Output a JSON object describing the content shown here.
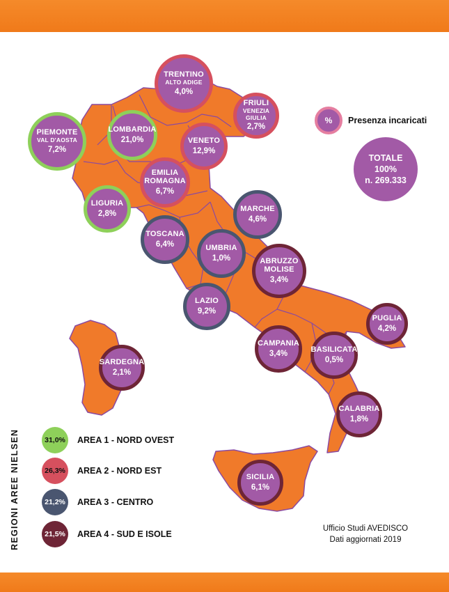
{
  "legend": {
    "key_symbol": "%",
    "key_label": "Presenza incaricati",
    "total": {
      "title": "TOTALE",
      "percent": "100%",
      "count": "n. 269.333"
    }
  },
  "areas_title": "REGIONI AREE NIELSEN",
  "areas": [
    {
      "share": "31,0%",
      "label": "AREA 1 - NORD OVEST",
      "color": "#8ed05a"
    },
    {
      "share": "26,3%",
      "label": "AREA 2 - NORD EST",
      "color": "#d6505e"
    },
    {
      "share": "21,2%",
      "label": "AREA 3 - CENTRO",
      "color": "#4a5670"
    },
    {
      "share": "21,5%",
      "label": "AREA 4 - SUD E ISOLE",
      "color": "#6e2536"
    }
  ],
  "regions": [
    {
      "name": [
        "TRENTINO",
        "ALTO ADIGE"
      ],
      "value": "4,0%",
      "area": 2
    },
    {
      "name": [
        "FRIULI",
        "VENEZIA GIULIA"
      ],
      "value": "2,7%",
      "area": 2
    },
    {
      "name": [
        "PIEMONTE",
        "VAL D'AOSTA"
      ],
      "value": "7,2%",
      "area": 1
    },
    {
      "name": [
        "LOMBARDIA"
      ],
      "value": "21,0%",
      "area": 1
    },
    {
      "name": [
        "VENETO"
      ],
      "value": "12,9%",
      "area": 2
    },
    {
      "name": [
        "EMILIA",
        "ROMAGNA"
      ],
      "value": "6,7%",
      "area": 2
    },
    {
      "name": [
        "LIGURIA"
      ],
      "value": "2,8%",
      "area": 1
    },
    {
      "name": [
        "MARCHE"
      ],
      "value": "4,6%",
      "area": 3
    },
    {
      "name": [
        "TOSCANA"
      ],
      "value": "6,4%",
      "area": 3
    },
    {
      "name": [
        "UMBRIA"
      ],
      "value": "1,0%",
      "area": 3
    },
    {
      "name": [
        "ABRUZZO",
        "MOLISE"
      ],
      "value": "3,4%",
      "area": 4
    },
    {
      "name": [
        "LAZIO"
      ],
      "value": "9,2%",
      "area": 3
    },
    {
      "name": [
        "PUGLIA"
      ],
      "value": "4,2%",
      "area": 4
    },
    {
      "name": [
        "CAMPANIA"
      ],
      "value": "3,4%",
      "area": 4
    },
    {
      "name": [
        "BASILICATA"
      ],
      "value": "0,5%",
      "area": 4
    },
    {
      "name": [
        "SARDEGNA"
      ],
      "value": "2,1%",
      "area": 4
    },
    {
      "name": [
        "CALABRIA"
      ],
      "value": "1,8%",
      "area": 4
    },
    {
      "name": [
        "SICILIA"
      ],
      "value": "6,1%",
      "area": 4
    }
  ],
  "credit": {
    "line1": "Ufficio Studi AVEDISCO",
    "line2": "Dati aggiornati 2019"
  },
  "colors": {
    "land": "#f07a2a",
    "border": "#8a4aa0",
    "bubble": "#a25aa6"
  }
}
